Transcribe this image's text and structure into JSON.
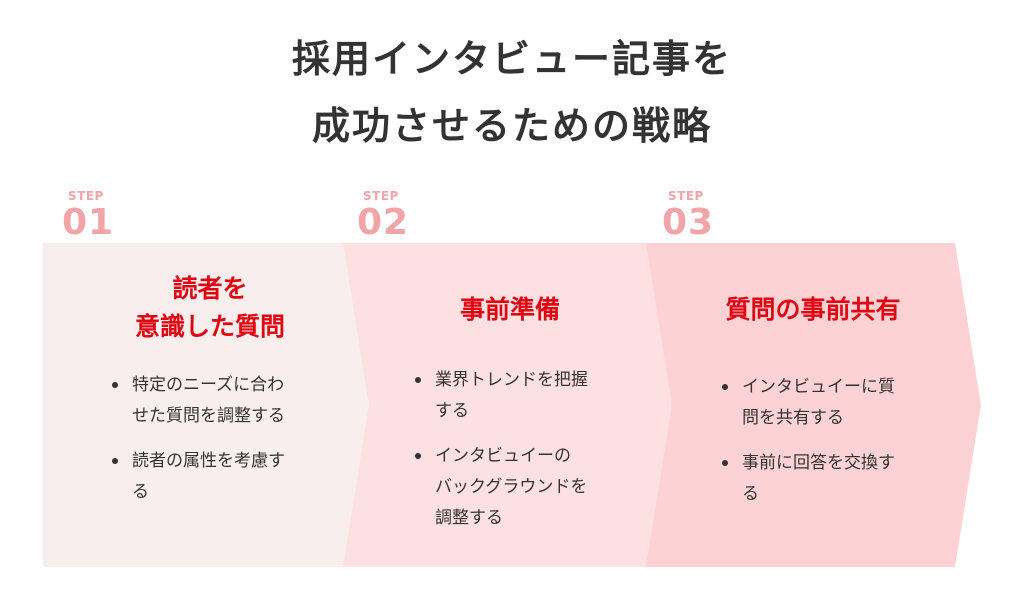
{
  "title": {
    "line1": "採用インタビュー記事を",
    "line2": "成功させるための戦略"
  },
  "colors": {
    "accent": "#e00712",
    "step_label": "#f1a5a8",
    "card1": "#f8eeee",
    "card2": "#fde0e1",
    "card3": "#fdd2d4"
  },
  "steps": [
    {
      "label": "STEP",
      "number": "01",
      "title_lines": [
        "読者を",
        "意識した質問"
      ],
      "bullets": [
        [
          "特定のニーズに合わ",
          "せた質問を調整する"
        ],
        [
          "読者の属性を考慮す",
          "る"
        ]
      ]
    },
    {
      "label": "STEP",
      "number": "02",
      "title_lines": [
        "事前準備"
      ],
      "bullets": [
        [
          "業界トレンドを把握",
          "する"
        ],
        [
          "インタビュイーの",
          "バックグラウンドを",
          "調整する"
        ]
      ]
    },
    {
      "label": "STEP",
      "number": "03",
      "title_lines": [
        "質問の事前共有"
      ],
      "bullets": [
        [
          "インタビュイーに質",
          "問を共有する"
        ],
        [
          "事前に回答を交換す",
          "る"
        ]
      ]
    }
  ]
}
